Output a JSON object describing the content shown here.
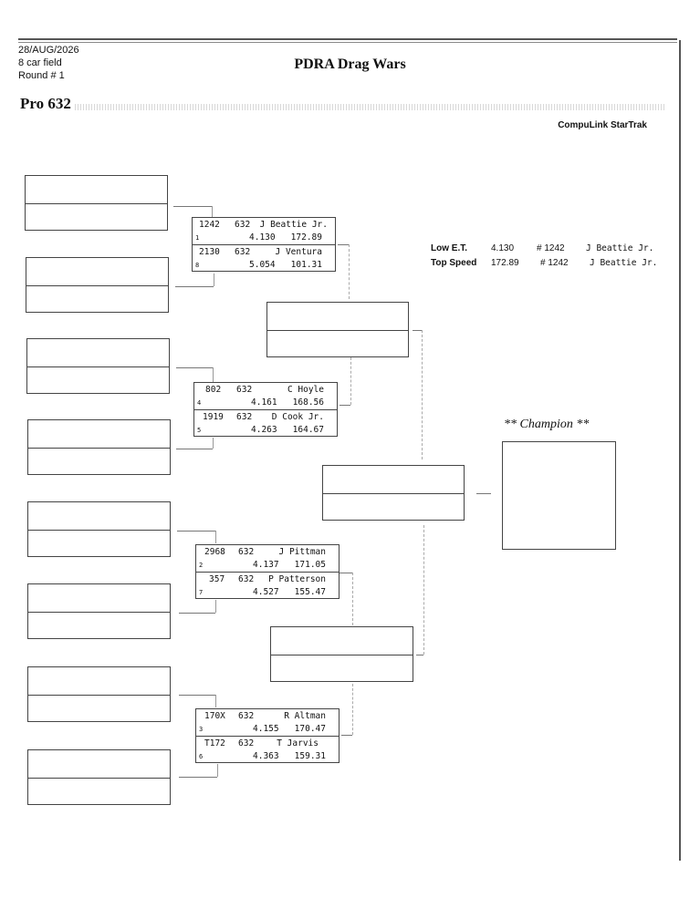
{
  "header": {
    "date": "28/AUG/2026",
    "field": "8 car field",
    "round": "Round # 1",
    "title": "PDRA Drag Wars",
    "class_name": "Pro 632",
    "brand": "CompuLink StarTrak"
  },
  "matchups": [
    {
      "top": {
        "car": "1242",
        "cls": "632",
        "name": "J Beattie Jr.",
        "seed": "1",
        "et": "4.130",
        "mph": "172.89"
      },
      "bot": {
        "car": "2130",
        "cls": "632",
        "name": "J Ventura",
        "seed": "8",
        "et": "5.054",
        "mph": "101.31"
      }
    },
    {
      "top": {
        "car": "802",
        "cls": "632",
        "name": "C Hoyle",
        "seed": "4",
        "et": "4.161",
        "mph": "168.56"
      },
      "bot": {
        "car": "1919",
        "cls": "632",
        "name": "D Cook Jr.",
        "seed": "5",
        "et": "4.263",
        "mph": "164.67"
      }
    },
    {
      "top": {
        "car": "2968",
        "cls": "632",
        "name": "J Pittman",
        "seed": "2",
        "et": "4.137",
        "mph": "171.05"
      },
      "bot": {
        "car": "357",
        "cls": "632",
        "name": "P Patterson",
        "seed": "7",
        "et": "4.527",
        "mph": "155.47"
      }
    },
    {
      "top": {
        "car": "170X",
        "cls": "632",
        "name": "R Altman",
        "seed": "3",
        "et": "4.155",
        "mph": "170.47"
      },
      "bot": {
        "car": "T172",
        "cls": "632",
        "name": "T Jarvis",
        "seed": "6",
        "et": "4.363",
        "mph": "159.31"
      }
    }
  ],
  "stats": {
    "low_et": {
      "label": "Low  E.T.",
      "value": "4.130",
      "car": "# 1242",
      "driver": "J Beattie Jr."
    },
    "top_speed": {
      "label": "Top Speed",
      "value": "172.89",
      "car": "# 1242",
      "driver": "J Beattie Jr."
    }
  },
  "champion_label": "** Champion **"
}
